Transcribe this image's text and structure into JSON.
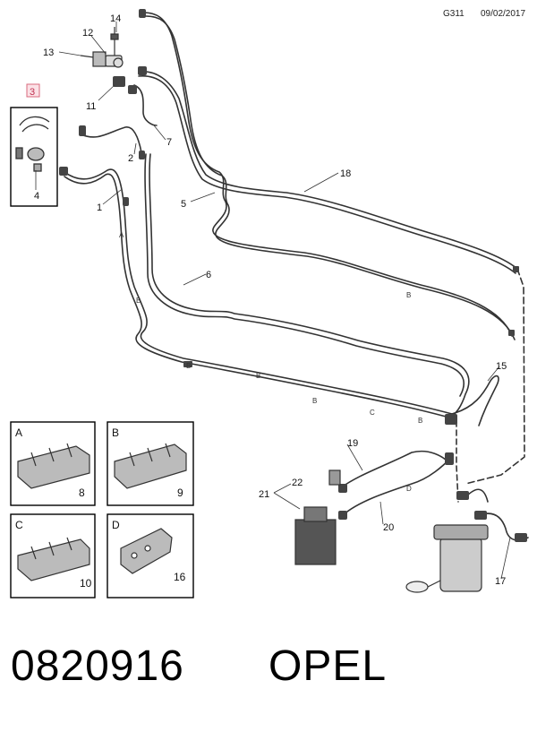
{
  "header": {
    "code": "G311",
    "date": "09/02/2017"
  },
  "callouts": {
    "c1": "1",
    "c2": "2",
    "c3": "3",
    "c4": "4",
    "c5": "5",
    "c6": "6",
    "c7": "7",
    "c11": "11",
    "c12": "12",
    "c13": "13",
    "c14": "14",
    "c15": "15",
    "c17": "17",
    "c18": "18",
    "c19": "19",
    "c20": "20",
    "c21": "21",
    "c22": "22"
  },
  "line_letters": {
    "a1": "A",
    "b1": "B",
    "b2": "B",
    "b3": "B",
    "b4": "B",
    "b5": "B",
    "b6": "B",
    "c1": "C",
    "d1": "D"
  },
  "insets": [
    {
      "letter": "A",
      "part": "8"
    },
    {
      "letter": "B",
      "part": "9"
    },
    {
      "letter": "C",
      "part": "10"
    },
    {
      "letter": "D",
      "part": "16"
    }
  ],
  "footer": {
    "part_number": "0820916",
    "brand": "OPEL"
  }
}
